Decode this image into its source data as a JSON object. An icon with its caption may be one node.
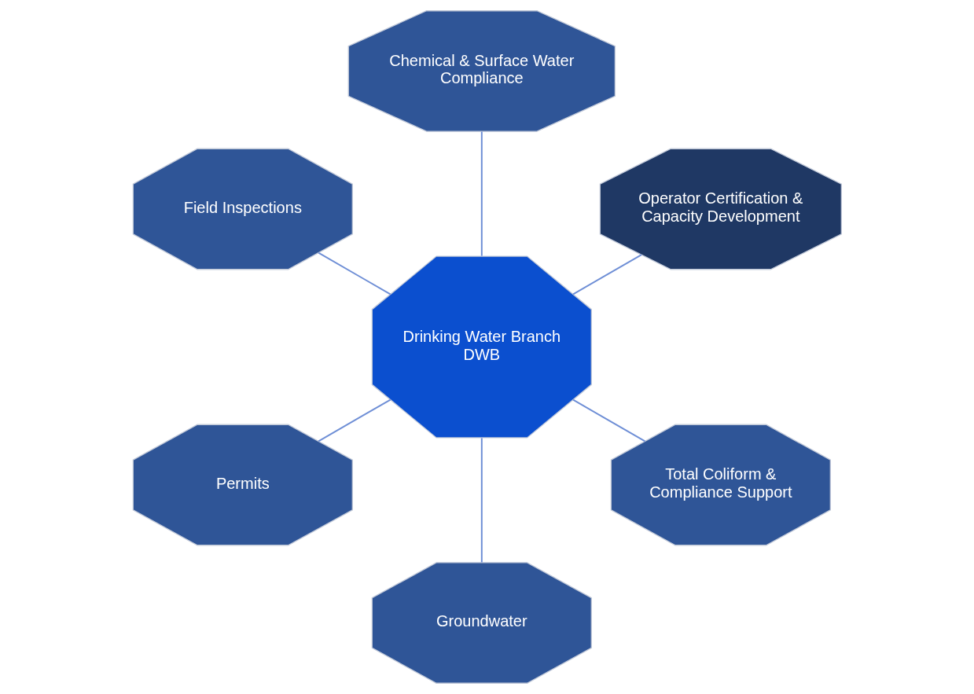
{
  "diagram": {
    "nodes": [
      {
        "text": [
          "Operator Certification & Capacity Development"
        ]
      },
      {
        "text": [
          "Chemical & Surface Water Compliance"
        ]
      },
      {
        "text": [
          "Field Inspections"
        ]
      },
      {
        "text": [
          "Drinking Water Branch",
          "DWB"
        ]
      },
      {
        "text": [
          "Permits"
        ]
      },
      {
        "text": [
          "Groundwater"
        ]
      },
      {
        "text": [
          "Total Coliform & Compliance Support"
        ]
      }
    ],
    "edges": [
      {
        "from": 3,
        "to": 0,
        "arrow": "none"
      },
      {
        "from": 3,
        "to": 1,
        "arrow": "none"
      },
      {
        "from": 3,
        "to": 2,
        "arrow": "none"
      },
      {
        "from": 3,
        "to": 4,
        "arrow": "none"
      },
      {
        "from": 3,
        "to": 5,
        "arrow": "none"
      },
      {
        "from": 3,
        "to": 6,
        "arrow": "none"
      }
    ]
  }
}
